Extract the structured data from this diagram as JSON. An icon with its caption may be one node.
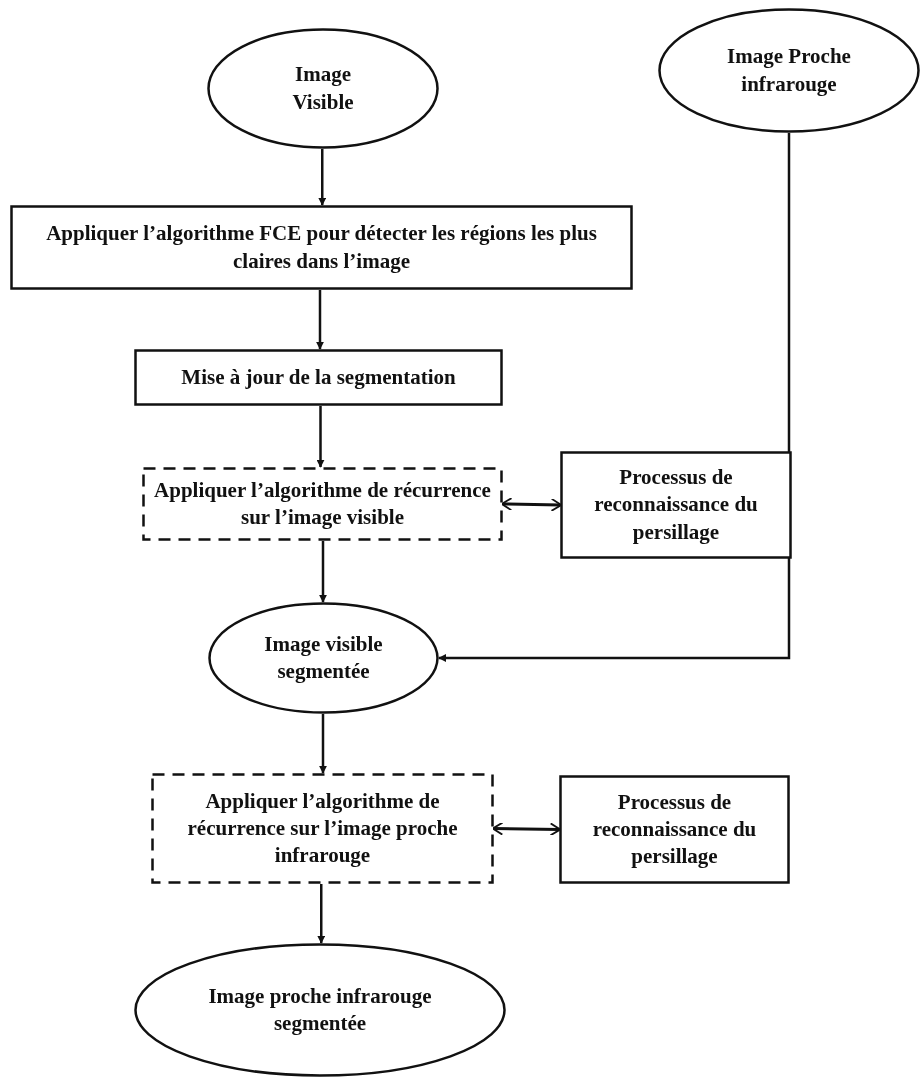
{
  "diagram": {
    "nodes": [
      {
        "text": [
          "Image Visible"
        ]
      },
      {
        "text": [
          "Image Proche infrarouge"
        ]
      },
      {
        "text": [
          "Appliquer l’algorithme FCE pour détecter les régions les plus claires dans l’image"
        ]
      },
      {
        "text": [
          "Mise à jour de la segmentation"
        ]
      },
      {
        "text": [
          "Appliquer l’algorithme de récurrence sur l’image visible"
        ]
      },
      {
        "text": [
          "Processus de reconnaissance du persillage"
        ]
      },
      {
        "text": [
          "Image visible segmentée"
        ]
      },
      {
        "text": [
          "Appliquer l’algorithme de récurrence sur l’image proche infrarouge"
        ]
      },
      {
        "text": [
          "Processus de reconnaissance du persillage"
        ]
      },
      {
        "text": [
          "Image proche infrarouge segmentée"
        ]
      }
    ],
    "edges": [
      {
        "from": 0,
        "to": 2,
        "arrow": "to"
      },
      {
        "from": 2,
        "to": 3,
        "arrow": "to"
      },
      {
        "from": 3,
        "to": 4,
        "arrow": "to"
      },
      {
        "from": 4,
        "to": 5,
        "arrow": "both"
      },
      {
        "from": 4,
        "to": 6,
        "arrow": "to"
      },
      {
        "from": 1,
        "to": 6,
        "arrow": "to"
      },
      {
        "from": 6,
        "to": 7,
        "arrow": "to"
      },
      {
        "from": 7,
        "to": 8,
        "arrow": "both"
      },
      {
        "from": 7,
        "to": 9,
        "arrow": "to"
      }
    ]
  }
}
